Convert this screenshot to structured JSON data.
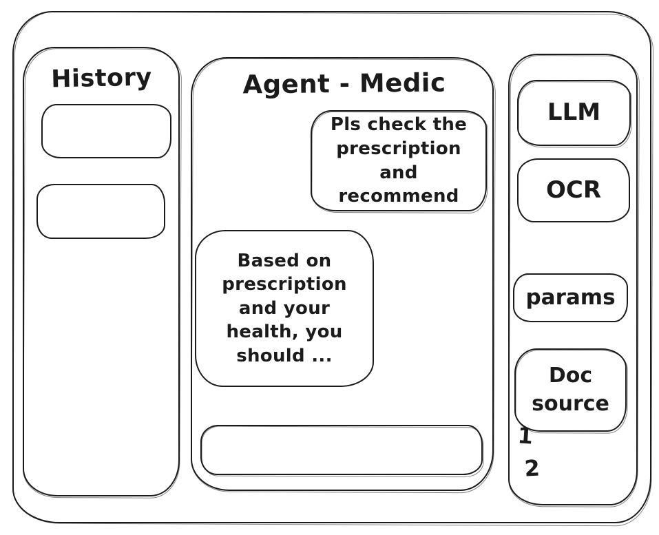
{
  "palette": {
    "ink": "#1b1b1b",
    "background": "#ffffff"
  },
  "sidebar": {
    "title": "History",
    "items": [
      {
        "label": ""
      },
      {
        "label": ""
      }
    ]
  },
  "chat": {
    "title": "Agent - Medic",
    "messages": [
      {
        "role": "user",
        "text": "Pls check the prescription and recommend"
      },
      {
        "role": "assistant",
        "text": "Based on prescription and your health, you should ..."
      }
    ],
    "input": {
      "value": ""
    }
  },
  "tools": {
    "llm_label": "LLM",
    "ocr_label": "OCR",
    "params_label": "params",
    "doc_source_label": "Doc source",
    "doc_source_items": [
      "1",
      "2"
    ]
  }
}
